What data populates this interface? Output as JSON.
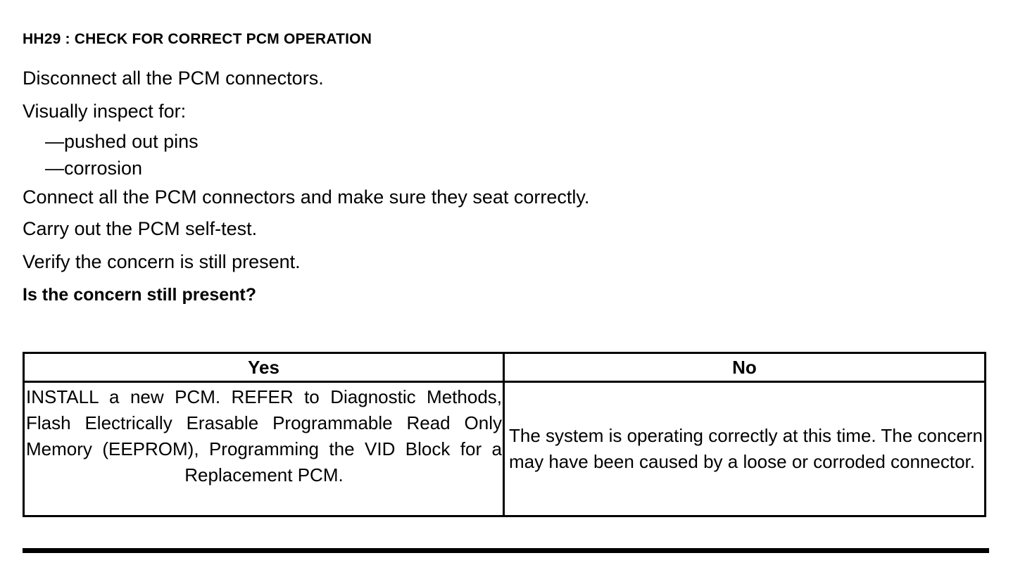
{
  "document": {
    "heading": "HH29 : CHECK FOR CORRECT PCM OPERATION",
    "steps": [
      "Disconnect all the PCM connectors.",
      "Visually inspect for:",
      "—pushed out pins",
      "—corrosion",
      "Connect all the PCM connectors and make sure they seat correctly.",
      "Carry out the PCM self-test.",
      "Verify the concern is still present.",
      "Is the concern still present?"
    ],
    "question": "Is the concern still present?",
    "table": {
      "headers": {
        "yes": "Yes",
        "no": "No"
      },
      "cells": {
        "yes": "INSTALL a new PCM. REFER to Diagnostic Methods, Flash Electrically Erasable Programmable Read Only Memory (EEPROM), Programming the VID Block for a Replacement PCM.",
        "no": "The system is operating correctly at this time. The concern may have been caused by a loose or corroded connector."
      }
    },
    "colors": {
      "text": "#000000",
      "background": "#ffffff",
      "rule": "#000000"
    }
  }
}
